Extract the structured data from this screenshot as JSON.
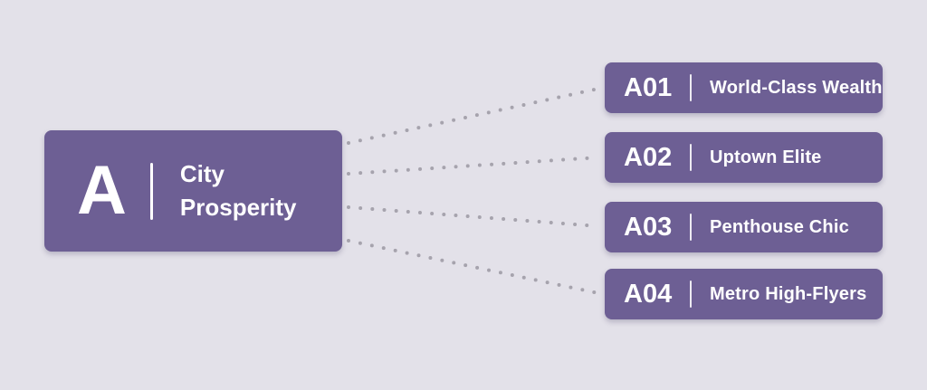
{
  "diagram": {
    "root": {
      "code": "A",
      "label": "City Prosperity"
    },
    "children": [
      {
        "code": "A01",
        "label": "World-Class Wealth"
      },
      {
        "code": "A02",
        "label": "Uptown Elite"
      },
      {
        "code": "A03",
        "label": "Penthouse Chic"
      },
      {
        "code": "A04",
        "label": "Metro High-Flyers"
      }
    ],
    "connections": [
      {
        "from": "A",
        "to": "A01"
      },
      {
        "from": "A",
        "to": "A02"
      },
      {
        "from": "A",
        "to": "A03"
      },
      {
        "from": "A",
        "to": "A04"
      }
    ],
    "colors": {
      "background": "#e3e1e9",
      "node_fill": "#6d5f94",
      "node_text": "#ffffff",
      "connector_dots": "#a6a3ad"
    }
  }
}
